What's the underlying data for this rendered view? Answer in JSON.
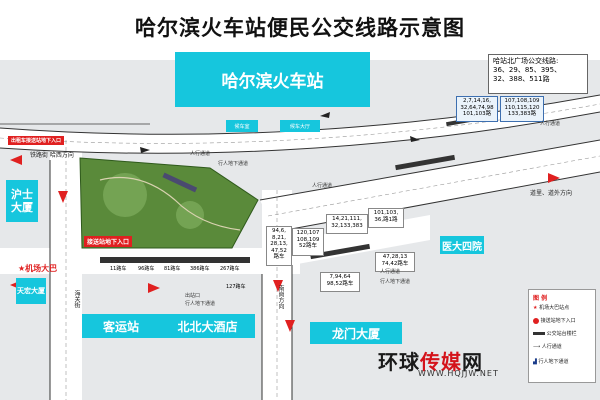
{
  "title": "哈尔滨火车站便民公交线路示意图",
  "buildings": {
    "station": "哈尔滨火车站",
    "hushi": "沪士大厦",
    "tianhong": "天宏大厦",
    "keyun": "客运站",
    "beibei": "北北大酒店",
    "longmen": "龙门大厦",
    "yida": "医大四院"
  },
  "labels": {
    "pedestrian_top": "人行通道",
    "pedestrian_nw": "人行通道",
    "pedestrian_mid": "人行通道",
    "pedestrian_right": "人行通道",
    "underpass1": "行人地下通道",
    "underpass2": "行人地下通道",
    "underpass3": "行人地下通道",
    "exit_entry": "出站口",
    "waiting_room": "候车室",
    "waiting_hall": "候车大厅",
    "road_tielu": "铁路街 哈西方向",
    "road_daoli": "道里、道外方向",
    "road_nangang": "南岗方向",
    "road_haiguan": "海关街",
    "shuttle_entry": "接送站地下入口",
    "taxi_top": "出租车接送站地下入口"
  },
  "shuttle_bus_stop": "机场大巴",
  "route_box": {
    "header": "哈站北广场公交线路:",
    "line1": "36、29、85、395、",
    "line2": "32、388、511路"
  },
  "bus_boxes": {
    "top1": "2,7,14,16,\n32,64,74,98\n101,103路",
    "top2": "107,108,109\n110,115,120\n133,383路",
    "mid1": "14,21,111,\n32,133,383",
    "mid2": "101,103,\n36,路1路",
    "left1": "120,107\n108,109\n52路车",
    "left2": "94,6,\n8,21,\n28,13,\n47,52\n路车",
    "right1": "47,28,13\n74,42路车",
    "bottom1": "7,94,64\n98,52路车"
  },
  "stops": {
    "s11": "11路车",
    "s96": "96路车",
    "s81": "81路车",
    "s386": "386路车",
    "s267": "267路车",
    "s127": "127路车"
  },
  "legend": {
    "title": "图 例",
    "item1": "机场大巴站点",
    "item2": "接送站地下入口",
    "item3": "公交站台楼栏",
    "item4": "人行通道",
    "item5": "行人地下通道"
  },
  "watermark": {
    "part1": "环球",
    "part2": "传媒",
    "part3": "网",
    "url": "WWW.HQJJW.NET"
  },
  "colors": {
    "cyan": "#16c6dd",
    "red": "#e02020",
    "road": "#ffffff",
    "block": "#e4e6e8"
  }
}
